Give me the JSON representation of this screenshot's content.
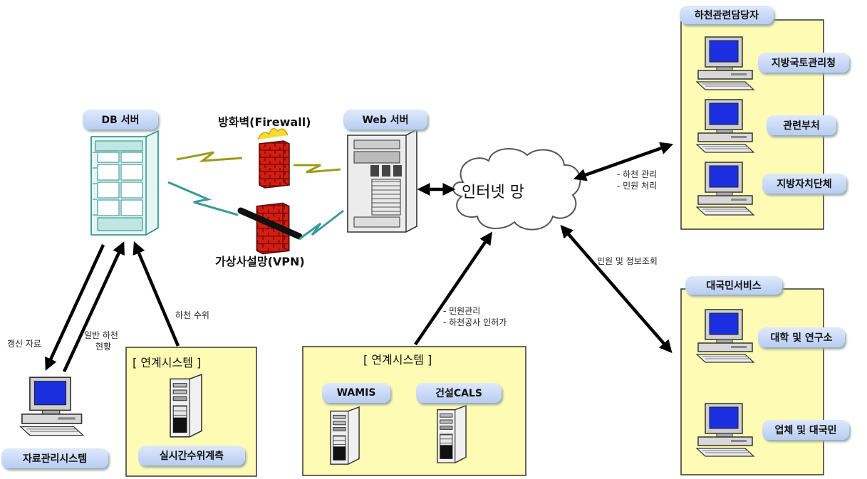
{
  "servers": {
    "db_label": "DB 서버",
    "web_label": "Web 서버"
  },
  "security": {
    "firewall_label": "방화벽(Firewall)",
    "vpn_label": "가상사설망(VPN)"
  },
  "internet": {
    "label": "인터넷 망"
  },
  "river_agencies": {
    "title": "하천관련담당자",
    "items": [
      "지방국토관리청",
      "관련부처",
      "지방자치단체"
    ],
    "link_notes": [
      "- 하천 관리",
      "- 민원 처리"
    ]
  },
  "citizen_service": {
    "title": "대국민서비스",
    "items": [
      "대학 및 연구소",
      "업체 및 대국민"
    ],
    "link_note": "민원 및 정보조회"
  },
  "linked_system_center": {
    "title": "[ 연계시스템 ]",
    "items": [
      "WAMIS",
      "건설CALS"
    ],
    "link_notes": [
      "- 민원관리",
      "- 하천공사 인허가"
    ]
  },
  "linked_system_left": {
    "title": "[ 연계시스템 ]",
    "item": "실시간수위계측",
    "link_note": "하천 수위"
  },
  "data_mgmt": {
    "label": "자료관리시스템",
    "note_update": "갱신 자료",
    "note_status": [
      "일반 하천",
      "현황"
    ]
  },
  "colors": {
    "pill_top": "#dfe9fb",
    "pill_bottom": "#b8cdf2",
    "yellow_box": "#fefcb4",
    "screen_blue": "#1c2fe0",
    "firewall_red": "#cc1a10"
  }
}
